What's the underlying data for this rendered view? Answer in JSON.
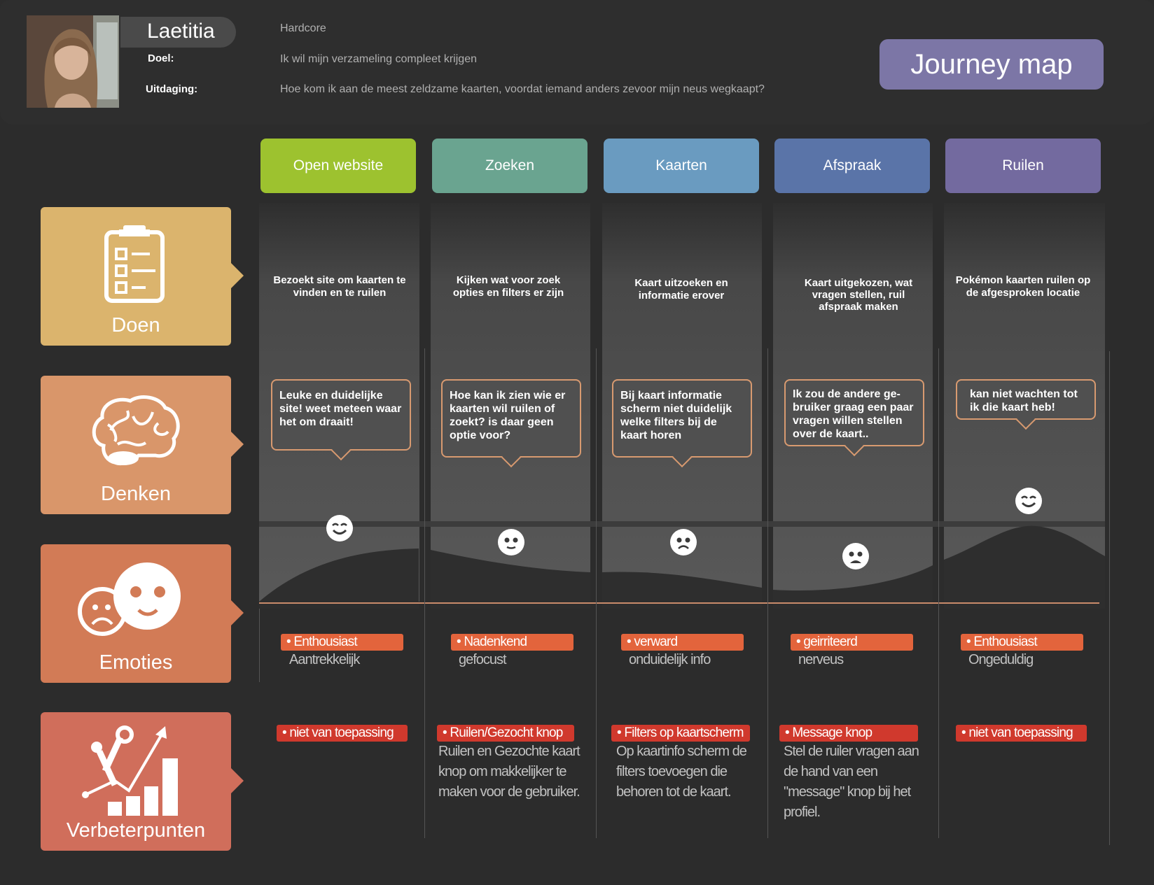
{
  "persona": {
    "name": "Laetitia",
    "type": "Hardcore",
    "goal_label": "Doel:",
    "goal": "Ik wil mijn verzameling compleet krijgen",
    "challenge_label": "Uitdaging:",
    "challenge": "Hoe kom ik aan de meest zeldzame kaarten, voordat iemand anders zevoor mijn neus wegkaapt?"
  },
  "journey_button": "Journey map",
  "categories": [
    {
      "label": "Doen",
      "icon": "clipboard-checklist-icon",
      "color": "#dbb46d"
    },
    {
      "label": "Denken",
      "icon": "brain-icon",
      "color": "#d9966a"
    },
    {
      "label": "Emoties",
      "icon": "faces-icon",
      "color": "#d27b56"
    },
    {
      "label": "Verbeterpunten",
      "icon": "tools-growth-chart-icon",
      "color": "#d06e5b"
    }
  ],
  "phases": [
    {
      "title": "Open website",
      "color": "#9dc22f",
      "doen": "Bezoekt site om kaarten te vinden en te ruilen",
      "denken": "Leuke en duidelijke site! weet meteen waar het om draait!",
      "emotion_face": "smiling-face-icon",
      "emotion_level": "high",
      "emotion_tag": "• Enthousiast",
      "emotion_sub": "Aantrekkelijk",
      "improvement_tag": "• niet van toepassing",
      "improvement_text": ""
    },
    {
      "title": "Zoeken",
      "color": "#6aa490",
      "doen": "Kijken wat voor zoek opties en filters er zijn",
      "denken": "Hoe kan ik zien wie er kaarten wil ruilen of zoekt? is daar geen optie voor?",
      "emotion_face": "neutral-face-icon",
      "emotion_level": "medium",
      "emotion_tag": "• Nadenkend",
      "emotion_sub": "gefocust",
      "improvement_tag": "• Ruilen/Gezocht knop",
      "improvement_text": "Ruilen en Gezochte kaart knop om makkelijker te maken voor de gebruiker."
    },
    {
      "title": "Kaarten",
      "color": "#6a9bc0",
      "doen": "Kaart uitzoeken en informatie erover",
      "denken": "Bij kaart informatie scherm niet duidelijk welke filters bij de kaart horen",
      "emotion_face": "sad-face-icon",
      "emotion_level": "medium",
      "emotion_tag": "• verward",
      "emotion_sub": "onduidelijk info",
      "improvement_tag": "• Filters op kaartscherm",
      "improvement_text": "Op kaartinfo scherm de filters toevoegen die behoren tot de kaart."
    },
    {
      "title": "Afspraak",
      "color": "#5a74a8",
      "doen": "Kaart uitgekozen, wat vragen stellen, ruil afspraak maken",
      "denken": "Ik zou de andere ge-bruiker graag een paar vragen willen stellen over de kaart..",
      "emotion_face": "worried-face-icon",
      "emotion_level": "low",
      "emotion_tag": "• geirriteerd",
      "emotion_sub": "nerveus",
      "improvement_tag": "• Message knop",
      "improvement_text": "Stel de ruiler vragen aan de hand van een \"message\" knop bij het profiel."
    },
    {
      "title": "Ruilen",
      "color": "#736a9f",
      "doen": "Pokémon kaarten ruilen op de afgesproken locatie",
      "denken": "kan niet wachten tot ik die kaart heb!",
      "emotion_face": "smiling-face-icon",
      "emotion_level": "high",
      "emotion_tag": "• Enthousiast",
      "emotion_sub": "Ongeduldig",
      "improvement_tag": "• niet van toepassing",
      "improvement_text": ""
    }
  ]
}
